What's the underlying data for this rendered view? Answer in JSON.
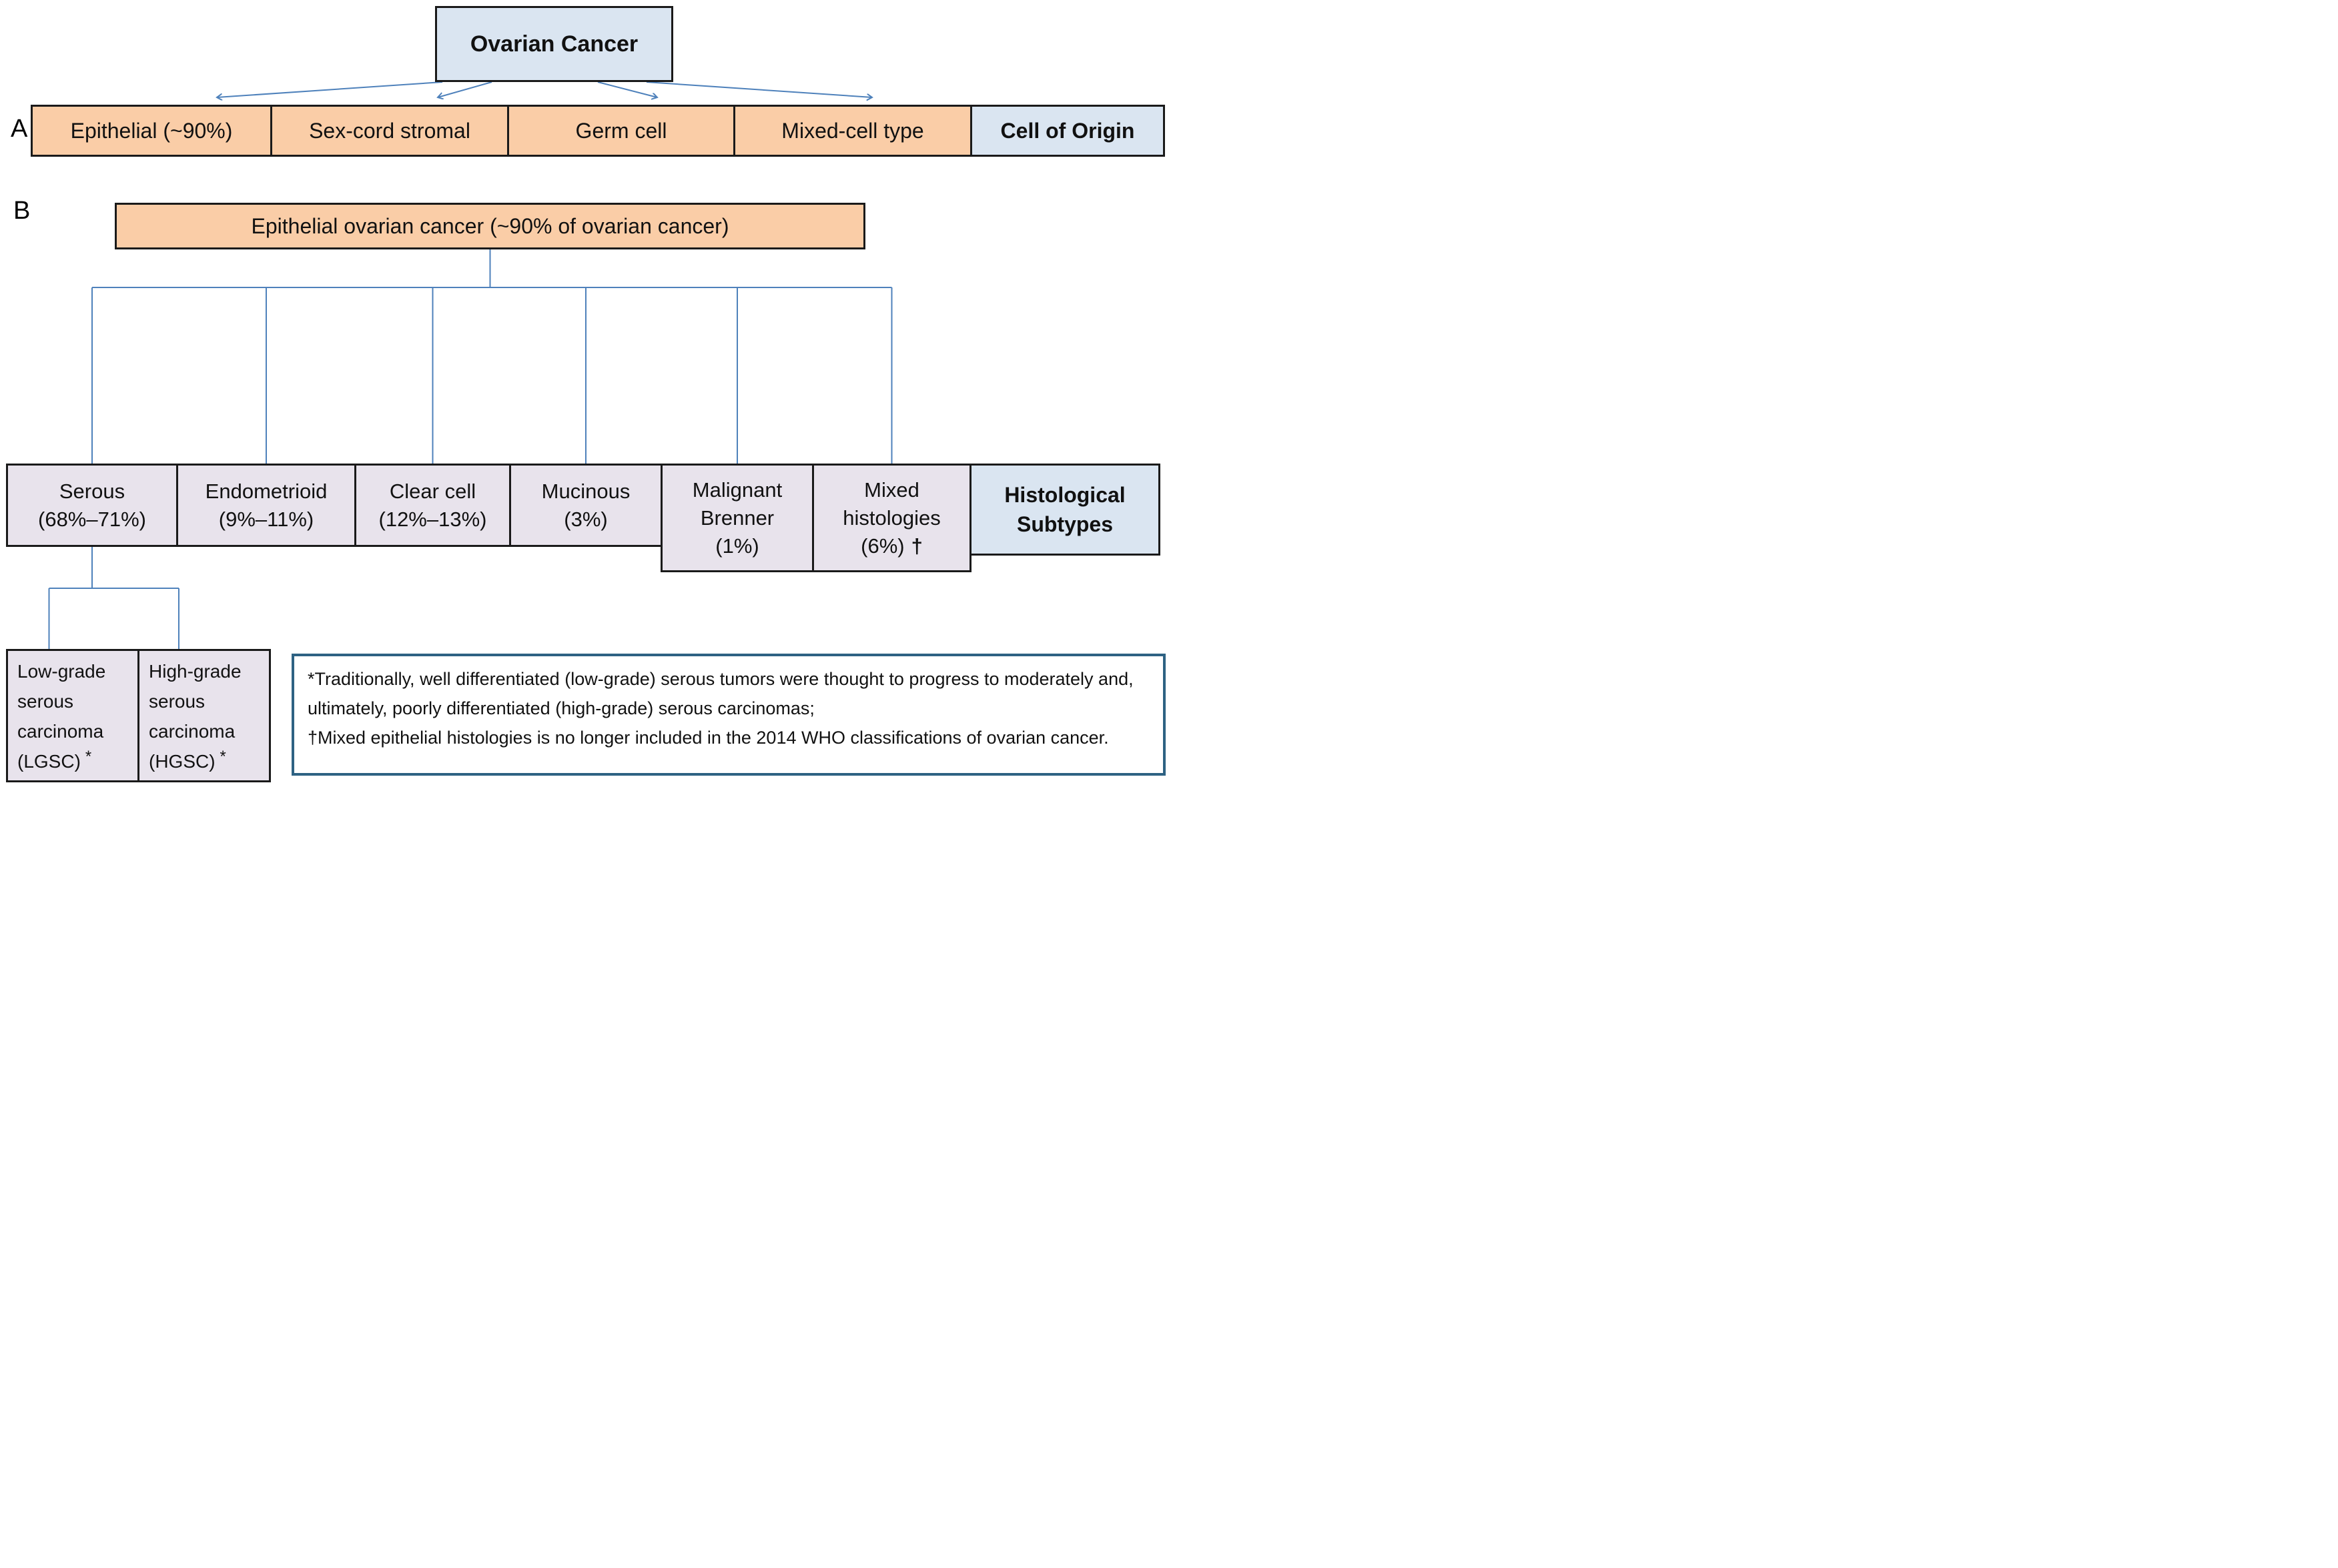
{
  "header": {
    "title": "Ovarian Cancer"
  },
  "panel_a": {
    "label": "A",
    "caption": "Cell of Origin",
    "cells": [
      "Epithelial (~90%)",
      "Sex-cord stromal",
      "Germ cell",
      "Mixed-cell type"
    ]
  },
  "panel_b": {
    "label": "B",
    "root": "Epithelial ovarian cancer (~90% of ovarian cancer)",
    "caption": "Histological Subtypes",
    "subtypes": [
      {
        "line1": "Serous",
        "line2": "(68%–71%)"
      },
      {
        "line1": "Endometrioid",
        "line2": "(9%–11%)"
      },
      {
        "line1": "Clear cell",
        "line2": "(12%–13%)"
      },
      {
        "line1": "Mucinous",
        "line2": "(3%)"
      },
      {
        "line1": "Malignant",
        "line2": "Brenner",
        "line3": "(1%)"
      },
      {
        "line1": "Mixed",
        "line2": "histologies",
        "line3": "(6%)",
        "dagger": "†"
      }
    ],
    "serous_children": [
      {
        "line1": "Low-grade",
        "line2": "serous",
        "line3": "carcinoma",
        "line4": "(LGSC)",
        "footmark": "*"
      },
      {
        "line1": "High-grade",
        "line2": "serous",
        "line3": "carcinoma",
        "line4": "(HGSC)",
        "footmark": "*"
      }
    ]
  },
  "footnotes": {
    "line1": "*Traditionally, well differentiated (low-grade) serous tumors were thought to progress to moderately and, ultimately, poorly differentiated (high-grade) serous carcinomas;",
    "line2": "†Mixed epithelial histologies is no longer included in the 2014 WHO classifications of ovarian cancer."
  },
  "colors": {
    "box_orange": "#FACDA7",
    "box_blue": "#DAE5F1",
    "box_lavender": "#E8E3EC",
    "connector_blue": "#4E81BB",
    "footnote_border": "#2E6283",
    "box_border": "#1A1A1A"
  }
}
